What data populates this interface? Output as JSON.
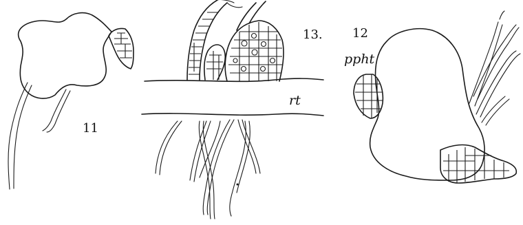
{
  "labels": {
    "fig11": "11",
    "fig12": "12",
    "fig13": "13.",
    "root": "rt",
    "protophyte": "ppht"
  }
}
